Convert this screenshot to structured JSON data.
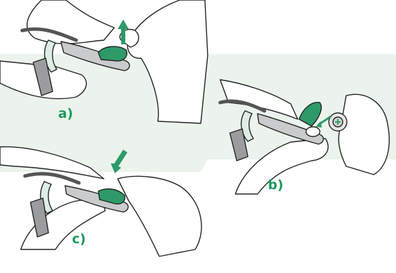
{
  "steps": [
    {
      "label": "a)",
      "action": "lift-cover",
      "arrow": "up"
    },
    {
      "label": "b)",
      "action": "insert-battery",
      "arrow": "curved-in"
    },
    {
      "label": "c)",
      "action": "close-cover",
      "arrow": "down"
    }
  ],
  "colors": {
    "accent": "#1c9a5c",
    "arrow": "#2e9a69",
    "panel": "#ebf3ec",
    "outline": "#222222",
    "device_body": "#c9cbcc",
    "device_cover": "#2e9a69",
    "earhook": "#555555"
  }
}
